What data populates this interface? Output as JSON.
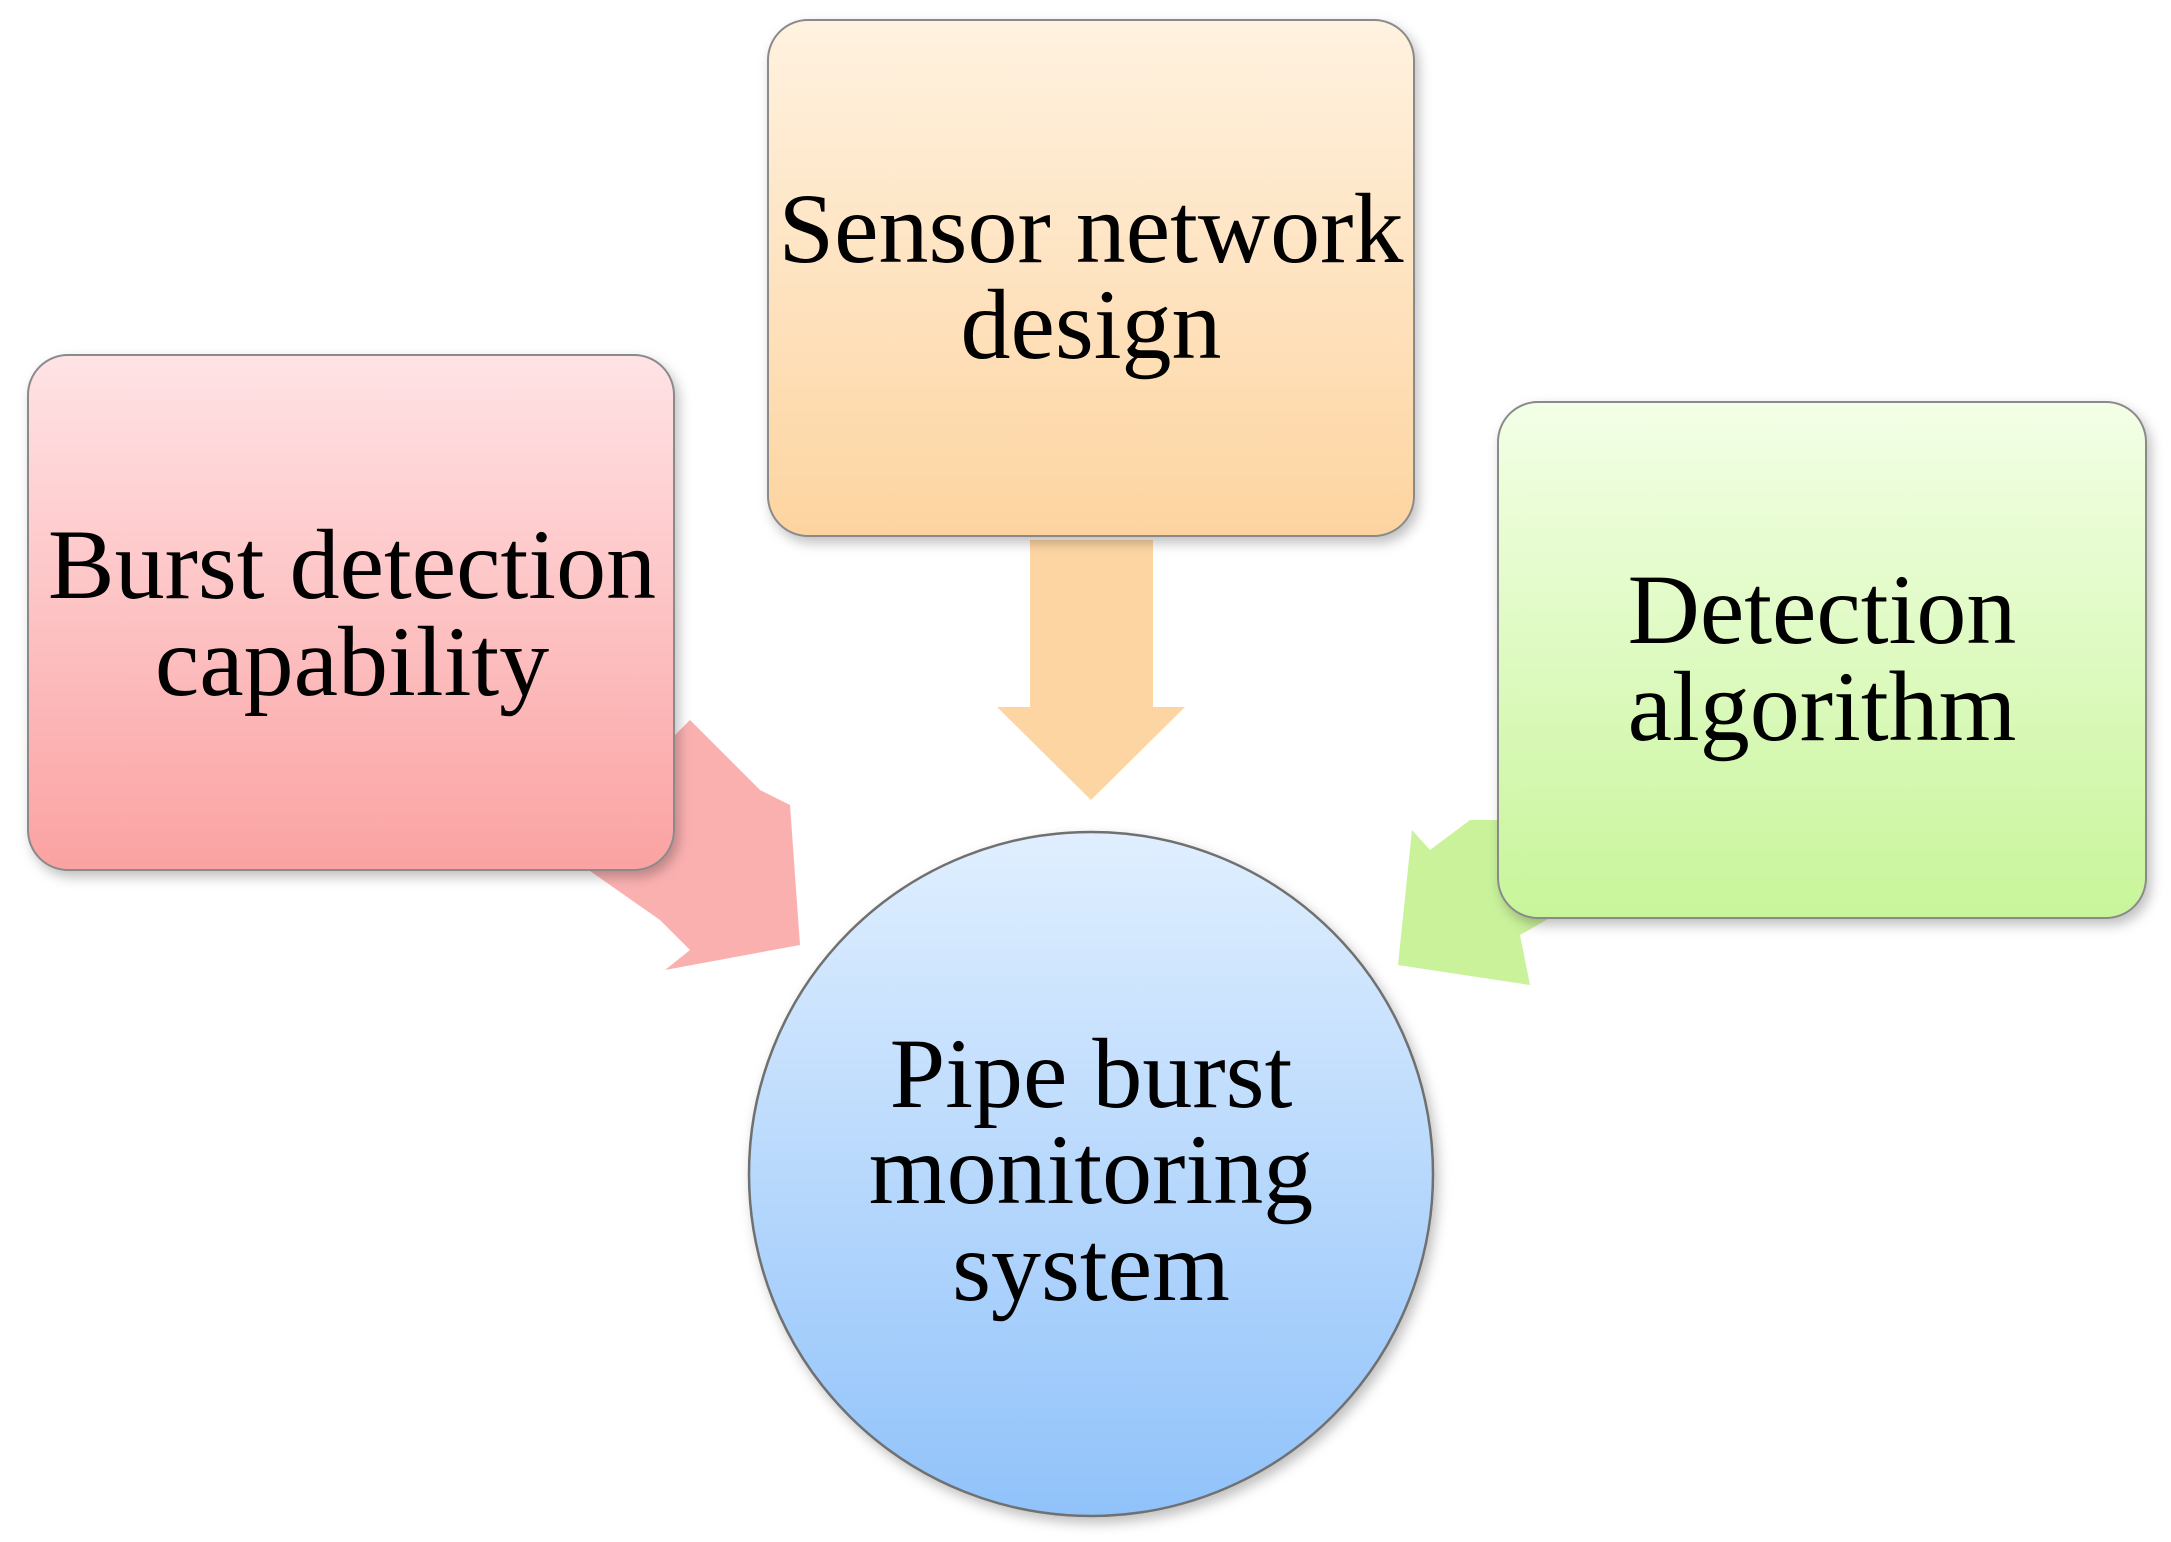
{
  "diagram": {
    "center": {
      "lines": [
        "Pipe burst",
        "monitoring",
        "system"
      ]
    },
    "inputs": [
      {
        "id": "burst-detection-capability",
        "lines": [
          "Burst detection",
          "capability"
        ],
        "color": "#f9a3a3"
      },
      {
        "id": "sensor-network-design",
        "lines": [
          "Sensor network",
          "design"
        ],
        "color": "#fdd49a"
      },
      {
        "id": "detection-algorithm",
        "lines": [
          "Detection",
          "algorithm"
        ],
        "color": "#ccf59a"
      }
    ],
    "colors": {
      "center_fill_top": "#e0efff",
      "center_fill_bottom": "#90c2fa",
      "red_top": "#ffe3e5",
      "red_bottom": "#fba2a2",
      "orange_top": "#fff2e0",
      "orange_bottom": "#fdd4a0",
      "green_top": "#f3ffe6",
      "green_bottom": "#c8f59a",
      "outline": "#7a7a7a"
    }
  }
}
